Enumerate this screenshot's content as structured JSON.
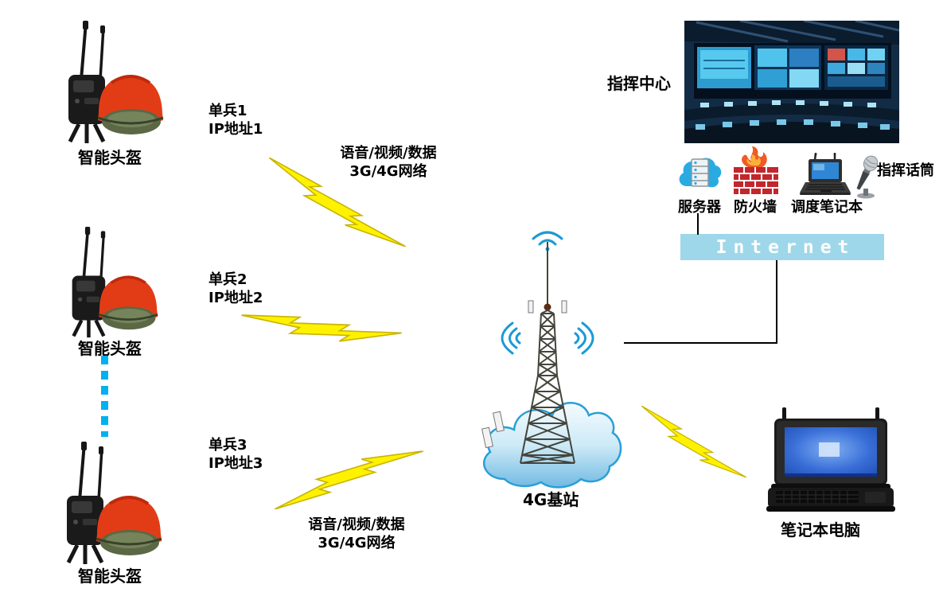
{
  "labels": {
    "helmet": "智能头盔",
    "soldier1_line1": "单兵1",
    "soldier1_line2": "IP地址1",
    "soldier2_line1": "单兵2",
    "soldier2_line2": "IP地址2",
    "soldier3_line1": "单兵3",
    "soldier3_line2": "IP地址3",
    "link_line1": "语音/视频/数据",
    "link_line2": "3G/4G网络",
    "base_station": "4G基站",
    "command_center": "指挥中心",
    "server": "服务器",
    "firewall": "防火墙",
    "dispatch_laptop": "调度笔记本",
    "command_mic": "指挥话筒",
    "internet": "Internet",
    "field_laptop": "笔记本电脑"
  },
  "icons": {
    "helmet": "smart-helmet-illustration",
    "lightning": "lightning-bolt",
    "tower": "4g-base-station-tower",
    "wifi": "wifi-signal-icon",
    "cloud": "network-cloud",
    "server": "server-icon",
    "firewall": "firewall-icon",
    "dispatch_laptop": "dispatch-laptop-icon",
    "microphone": "microphone-icon",
    "control_room": "command-center-photo",
    "field_laptop": "rugged-laptop-illustration"
  },
  "colors": {
    "lightning_fill": "#fff200",
    "lightning_stroke": "#c8b400",
    "internet_bar": "#9ed7ea",
    "internet_text": "#ffffff",
    "dotted_link": "#00b0f0",
    "wifi_blue": "#1a9ad5",
    "cloud_stroke": "#2a9fd6",
    "helmet_red": "#e23c16",
    "brick_red": "#c1272d",
    "connector": "#000000"
  }
}
